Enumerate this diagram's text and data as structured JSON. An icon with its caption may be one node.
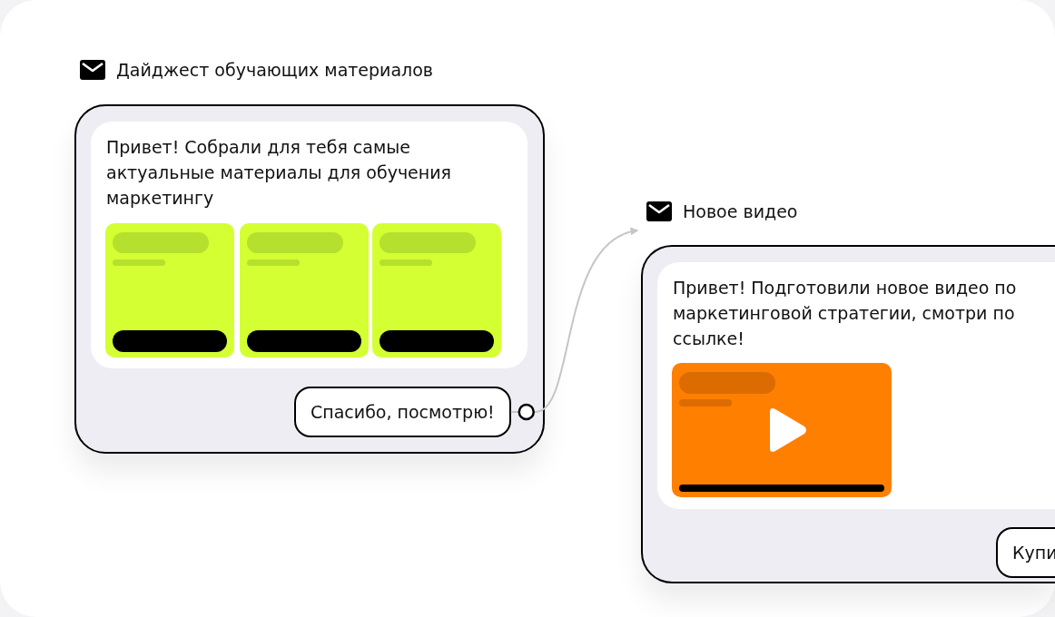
{
  "diagram": {
    "nodes": [
      {
        "text": [
          "Дайджест обучающих материалов"
        ]
      },
      {
        "text": [
          "Привет! Собрали для тебя самые актуальные материалы для обучения маркетингу"
        ],
        "in": 0
      },
      {
        "text": [
          "Спасибо, посмотрю!"
        ],
        "in": 0
      },
      {
        "text": [
          "Новое видео"
        ]
      },
      {
        "text": [
          "Привет! Подготовили новое видео по маркетинговой стратегии, смотри по ссылке!"
        ],
        "in": 3
      },
      {
        "text": [
          "Купи"
        ],
        "in": 3
      }
    ],
    "edges": [
      {
        "from": 2,
        "to": 3,
        "arrow": "to"
      }
    ]
  }
}
